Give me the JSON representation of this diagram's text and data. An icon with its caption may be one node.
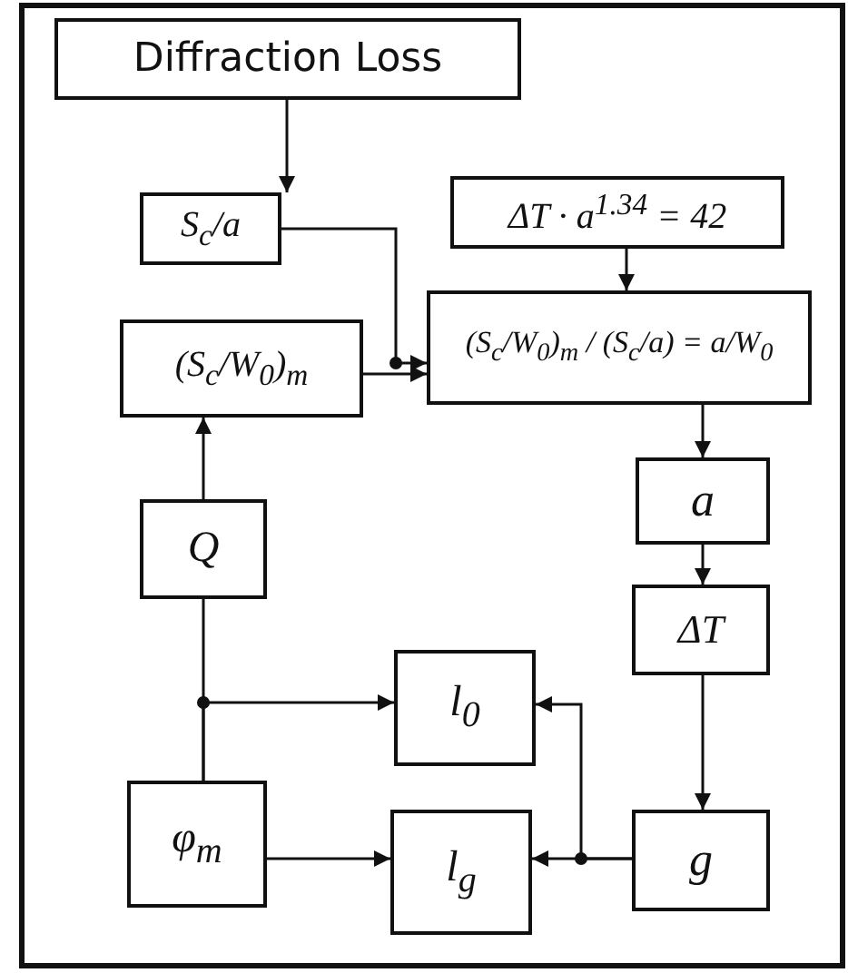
{
  "diagram": {
    "nodes": [
      {
        "text": [
          "Diffraction Loss"
        ]
      },
      {
        "text": [
          "S$_{c}$/a"
        ]
      },
      {
        "text": [
          "ΔT · a$^{1.34}$ = 42"
        ]
      },
      {
        "text": [
          "(S$_{c}$/W$_{0}$)$_{m}$"
        ]
      },
      {
        "text": [
          "(S$_{c}$/W$_{0}$)$_{m}$ / (S$_{c}$/a) = a/W$_{0}$"
        ]
      },
      {
        "text": [
          "a"
        ]
      },
      {
        "text": [
          "ΔT"
        ]
      },
      {
        "text": [
          "Q"
        ]
      },
      {
        "text": [
          "l$_{0}$"
        ]
      },
      {
        "text": [
          "φ$_{m}$"
        ]
      },
      {
        "text": [
          "l$_{g}$"
        ]
      },
      {
        "text": [
          "g"
        ]
      }
    ],
    "edges": [
      {
        "from": 0,
        "to": 1,
        "arrow": "to"
      },
      {
        "from": 1,
        "to": 4,
        "arrow": "to"
      },
      {
        "from": 3,
        "to": 4,
        "arrow": "to"
      },
      {
        "from": 2,
        "to": 4,
        "arrow": "to"
      },
      {
        "from": 4,
        "to": 5,
        "arrow": "to"
      },
      {
        "from": 5,
        "to": 6,
        "arrow": "to"
      },
      {
        "from": 6,
        "to": 11,
        "arrow": "to"
      },
      {
        "from": 7,
        "to": 3,
        "arrow": "to"
      },
      {
        "from": 9,
        "to": 7,
        "arrow": "none"
      },
      {
        "from": 9,
        "to": 8,
        "arrow": "to"
      },
      {
        "from": 9,
        "to": 10,
        "arrow": "to"
      },
      {
        "from": 11,
        "to": 10,
        "arrow": "to"
      },
      {
        "from": 11,
        "to": 8,
        "arrow": "to"
      }
    ]
  }
}
